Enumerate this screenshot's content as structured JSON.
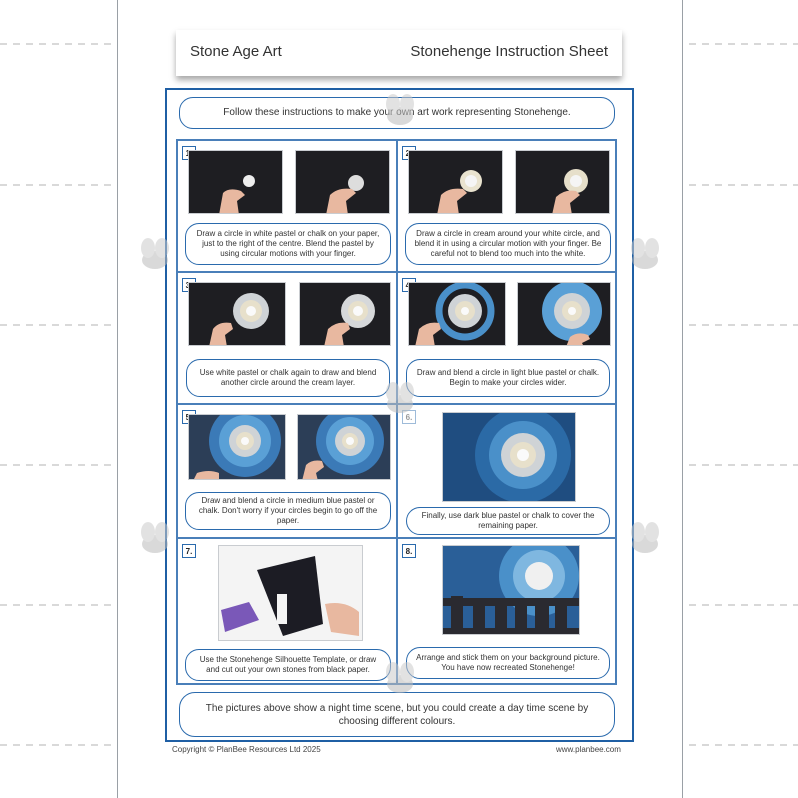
{
  "header": {
    "left_title": "Stone Age Art",
    "right_title": "Stonehenge Instruction Sheet"
  },
  "intro": "Follow these instructions to make your own art work representing Stonehenge.",
  "steps": [
    {
      "num": "1.",
      "text": "Draw a circle in white pastel or chalk on your paper, just to the right of the centre. Blend the pastel by using circular motions with your finger."
    },
    {
      "num": "2.",
      "text": "Draw a circle in cream around your white circle, and blend it in using a circular motion with your finger. Be careful not to blend too much into the white."
    },
    {
      "num": "3.",
      "text": "Use white pastel or chalk again to draw and blend another circle around the cream layer."
    },
    {
      "num": "4.",
      "text": "Draw and blend a circle in light blue pastel or chalk. Begin to make your circles wider."
    },
    {
      "num": "5.",
      "text": "Draw and blend a circle in medium blue pastel or chalk. Don't worry if your circles begin to go off the paper."
    },
    {
      "num": "6.",
      "text": "Finally, use dark blue pastel or chalk to cover the remaining paper."
    },
    {
      "num": "7.",
      "text": "Use the Stonehenge Silhouette Template, or draw and cut out your own stones from black paper."
    },
    {
      "num": "8.",
      "text": "Arrange and stick them on your background picture. You have now recreated Stonehenge!"
    }
  ],
  "footer": "The pictures above show a night time scene, but you could create a day time scene by choosing different colours.",
  "copyright": "Copyright © PlanBee Resources Ltd 2025",
  "website": "www.planbee.com",
  "colors": {
    "frame": "#1f5fa4",
    "pill_border": "#2a6aad",
    "paper_dark": "#1e1e22",
    "pastel_blue": "#4a90c9"
  }
}
